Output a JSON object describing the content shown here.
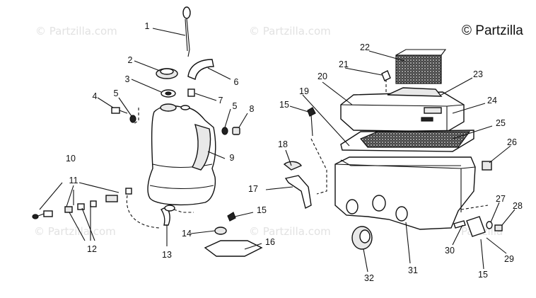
{
  "watermarks": [
    "© Partzilla.com",
    "© Partzilla.com",
    "© Partzilla.com",
    "© Partzilla.com",
    "© Partzilla.com",
    "Partzilla"
  ],
  "brand": "© Partzilla",
  "callouts": [
    "1",
    "2",
    "3",
    "4",
    "5",
    "5",
    "6",
    "7",
    "8",
    "9",
    "10",
    "11",
    "12",
    "13",
    "14",
    "15",
    "15",
    "15",
    "16",
    "17",
    "18",
    "19",
    "20",
    "21",
    "22",
    "23",
    "24",
    "25",
    "26",
    "27",
    "28",
    "29",
    "30",
    "31",
    "32"
  ]
}
